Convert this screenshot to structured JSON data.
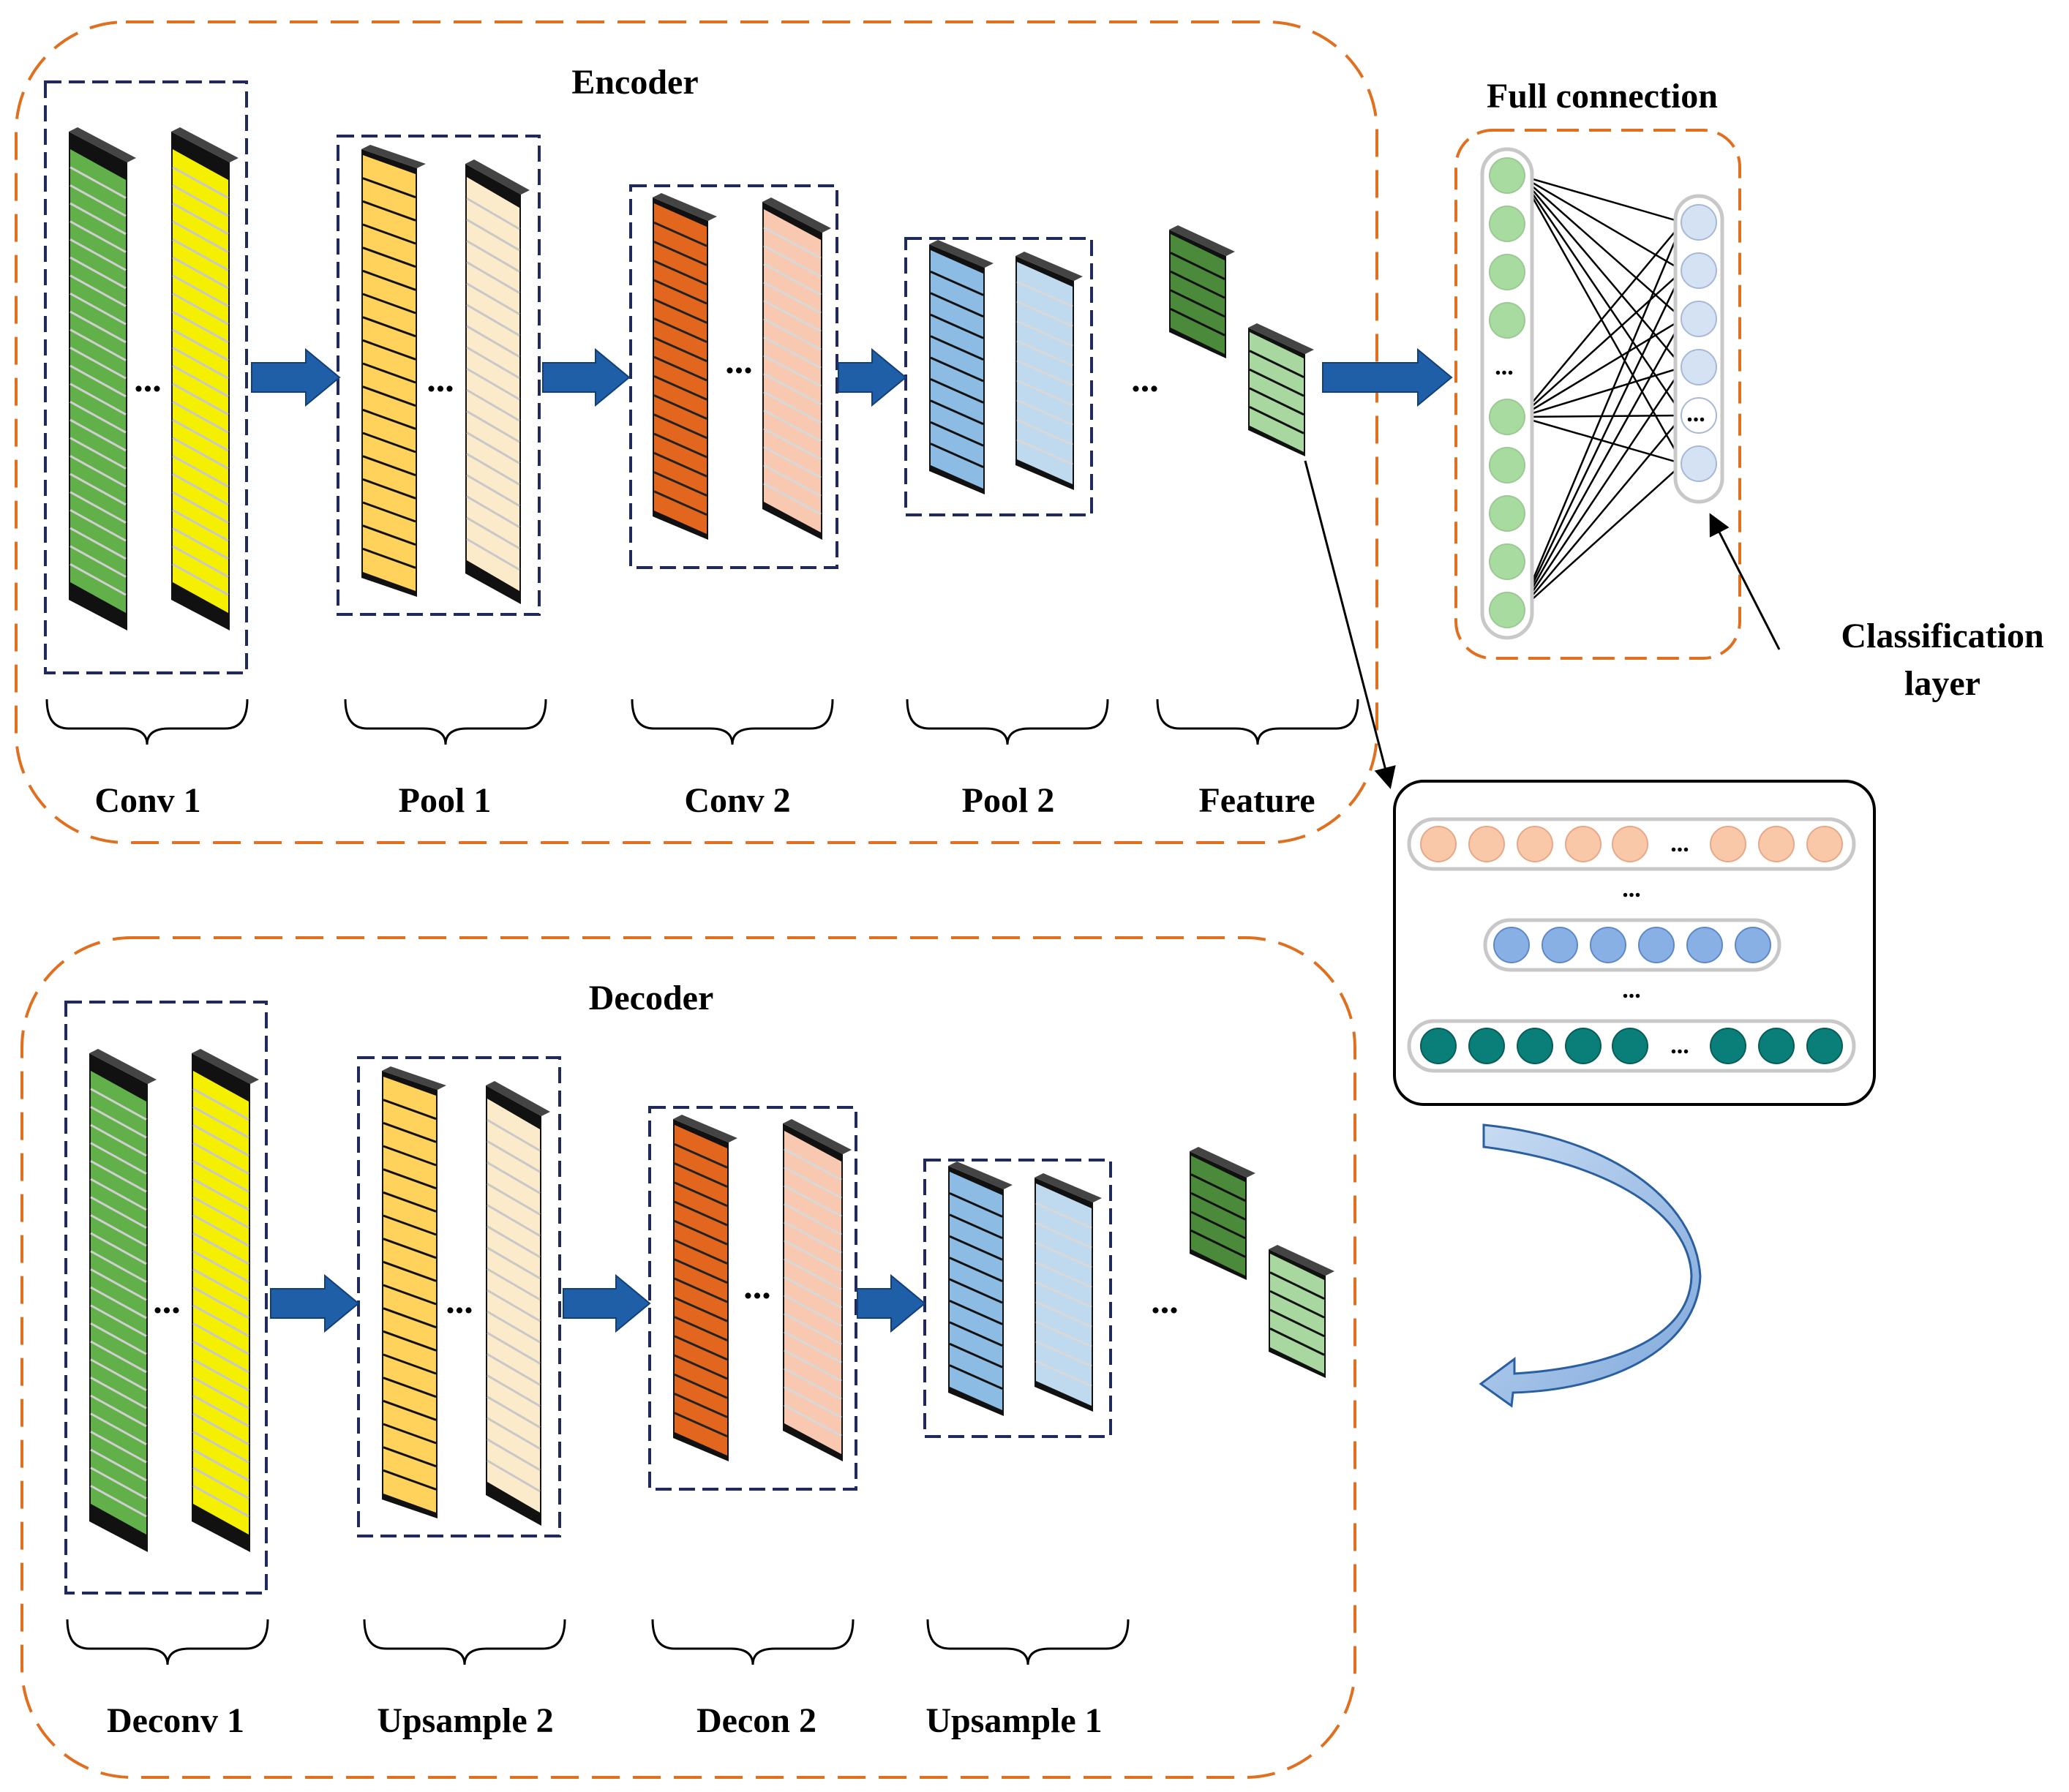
{
  "encoder": {
    "title": "Encoder",
    "labels": [
      "Conv 1",
      "Pool 1",
      "Conv 2",
      "Pool 2",
      "Feature"
    ]
  },
  "decoder": {
    "title": "Decoder",
    "labels": [
      "Deconv 1",
      "Upsample 2",
      "Decon 2",
      "Upsample 1"
    ]
  },
  "full_connection": {
    "title": "Full connection",
    "classification_label_line1": "Classification",
    "classification_label_line2": "layer"
  },
  "ellipsis": "...",
  "colors": {
    "orange_border": "#E07020",
    "navy_box": "#1F2A5A",
    "arrow_blue": "#1F5FA8",
    "conv_green": "#62B04A",
    "conv_yellow": "#F4F000",
    "pool_orange": "#FFD25C",
    "pool_cream": "#FCEBCB",
    "conv2_orange": "#E2661E",
    "conv2_peach": "#F8C8B0",
    "pool2_blue": "#8CBCE4",
    "pool2_lightblue": "#BFD9EE",
    "feature_dark_green": "#4A8A3A",
    "feature_light_green": "#A8D8A0",
    "fc_input_node": "#A8DBA0",
    "fc_output_node": "#D4E2F4",
    "vec_peach": "#F8C8A8",
    "vec_blue": "#88B0E4",
    "vec_teal": "#0A7E78",
    "curved_arrow": "#A8C8EC"
  }
}
